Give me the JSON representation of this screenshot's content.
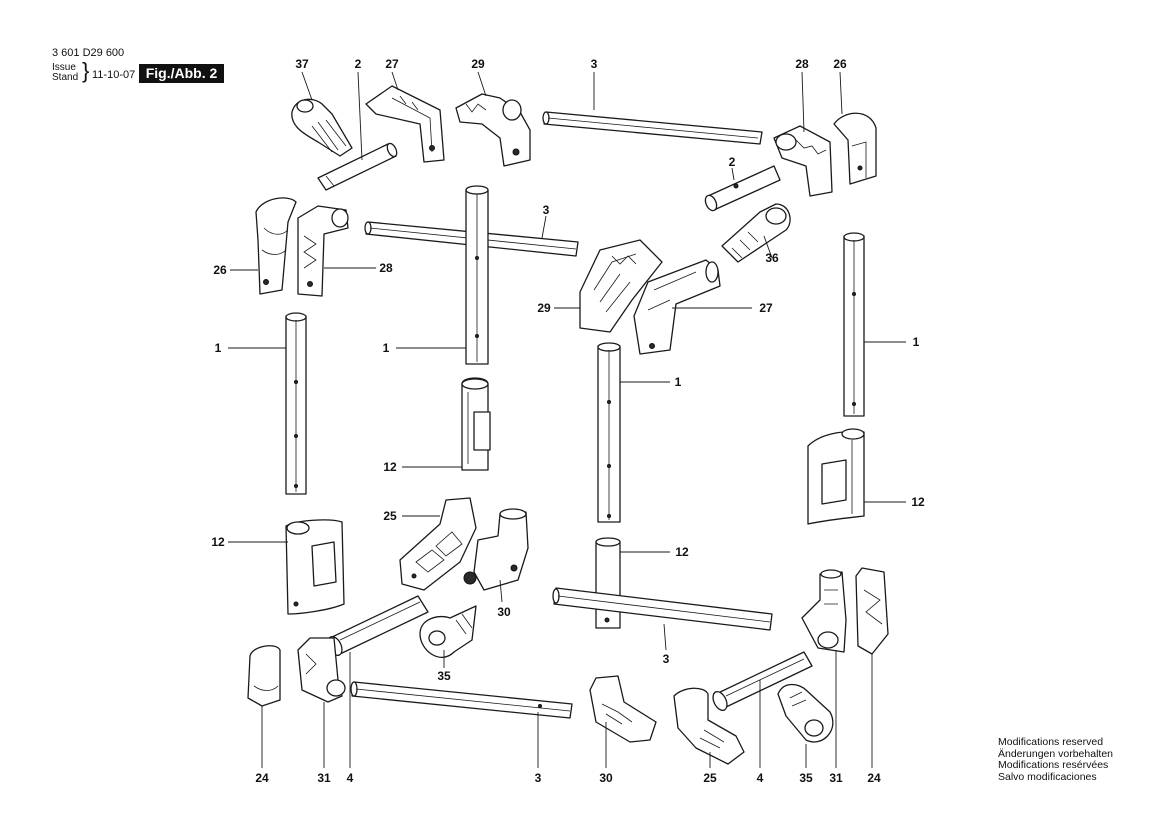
{
  "header": {
    "part_code": "3 601 D29 600",
    "issue_label": "Issue",
    "stand_label": "Stand",
    "date": "11-10-07",
    "figure": "Fig./Abb. 2"
  },
  "callouts": [
    {
      "id": "c37",
      "label": "37"
    },
    {
      "id": "c2a",
      "label": "2"
    },
    {
      "id": "c27a",
      "label": "27"
    },
    {
      "id": "c29a",
      "label": "29"
    },
    {
      "id": "c3a",
      "label": "3"
    },
    {
      "id": "c28a",
      "label": "28"
    },
    {
      "id": "c26a",
      "label": "26"
    },
    {
      "id": "c2b",
      "label": "2"
    },
    {
      "id": "c3b",
      "label": "3"
    },
    {
      "id": "c36",
      "label": "36"
    },
    {
      "id": "c26b",
      "label": "26"
    },
    {
      "id": "c28b",
      "label": "28"
    },
    {
      "id": "c29b",
      "label": "29"
    },
    {
      "id": "c27b",
      "label": "27"
    },
    {
      "id": "c1a",
      "label": "1"
    },
    {
      "id": "c1b",
      "label": "1"
    },
    {
      "id": "c1c",
      "label": "1"
    },
    {
      "id": "c1d",
      "label": "1"
    },
    {
      "id": "c12a",
      "label": "12"
    },
    {
      "id": "c12b",
      "label": "12"
    },
    {
      "id": "c25a",
      "label": "25"
    },
    {
      "id": "c12c",
      "label": "12"
    },
    {
      "id": "c12d",
      "label": "12"
    },
    {
      "id": "c30a",
      "label": "30"
    },
    {
      "id": "c3c",
      "label": "3"
    },
    {
      "id": "c35a",
      "label": "35"
    },
    {
      "id": "c24a",
      "label": "24"
    },
    {
      "id": "c31a",
      "label": "31"
    },
    {
      "id": "c4a",
      "label": "4"
    },
    {
      "id": "c3d",
      "label": "3"
    },
    {
      "id": "c30b",
      "label": "30"
    },
    {
      "id": "c25b",
      "label": "25"
    },
    {
      "id": "c4b",
      "label": "4"
    },
    {
      "id": "c35b",
      "label": "35"
    },
    {
      "id": "c31b",
      "label": "31"
    },
    {
      "id": "c24b",
      "label": "24"
    }
  ],
  "notes": [
    "Modifications reserved",
    "Änderungen vorbehalten",
    "Modifications resérvées",
    "Salvo modificaciones"
  ]
}
